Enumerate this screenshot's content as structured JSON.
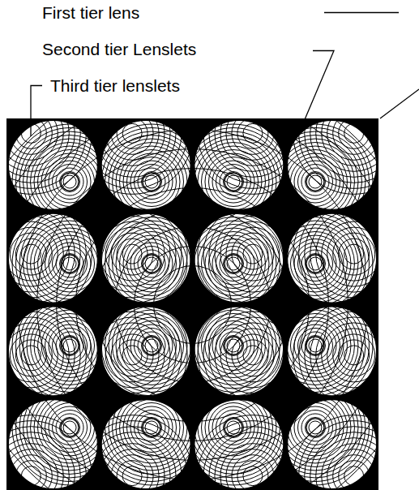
{
  "diagram": {
    "labels": [
      "First tier lens",
      "Second tier Lenslets",
      "Third tier lenslets"
    ]
  }
}
